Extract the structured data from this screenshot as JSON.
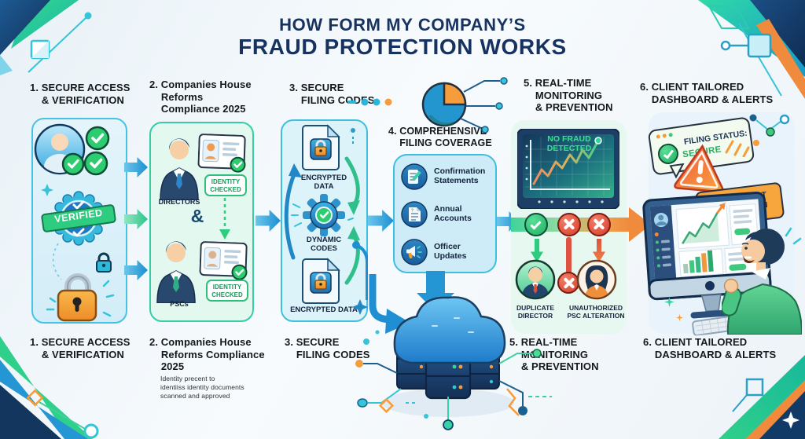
{
  "title": {
    "line1": "HOW FORM MY COMPANY’S",
    "line2": "FRAUD PROTECTION WORKS"
  },
  "top": {
    "s1": "1. SECURE ACCESS\n    & VERIFICATION",
    "s2": "2. Companies House\n    Reforms\n    Compliance 2025",
    "s3": "3. SECURE\n    FILING CODES",
    "s4": "4. COMPREHENSIVE\n    FILING COVERAGE",
    "s5": "5. REAL-TIME\n    MONITORING\n    & PREVENTION",
    "s6": "6. CLIENT TAILORED\n    DASHBOARD & ALERTS"
  },
  "bottom": {
    "s1": "1. SECURE ACCESS\n    & VERIFICATION",
    "s2": "2. Companies House\n    Reforms Compliance\n    2025",
    "s2_sub": "Identity precent to\nidentiiss identity documents\nscanned and approved",
    "s3": "3. SECURE\n    FILING CODES",
    "s5": "5. REAL-TIME\n    MONITORING\n    & PREVENTION",
    "s6": "6. CLIENT TAILORED\n    DASHBOARD & ALERTS"
  },
  "step1": {
    "verified": "VERIFIED"
  },
  "step2": {
    "directors": "DIRECTORS",
    "amp": "&",
    "pscs": "PSCs",
    "id1": "IDENTITY\nCHECKED",
    "id2": "IDENTITY\nCHECKED"
  },
  "step3": {
    "enc1": "ENCRYPTED\nDATA",
    "dynamic": "DYNAMIC\nCODES",
    "enc2": "ENCRYPTED DATA"
  },
  "step4": {
    "items": [
      {
        "label": "Confirmation\nStatements"
      },
      {
        "label": "Annual\nAccounts"
      },
      {
        "label": "Officer\nUpdates"
      }
    ]
  },
  "step5": {
    "monitor": "NO FRAUD\nDETECTED",
    "dup": "DUPLICATE\nDIRECTOR",
    "unauth": "UNAUTHORIZED\nPSC ALTERATION"
  },
  "step6": {
    "filing_status": "FILING STATUS:",
    "secure": "SECURE",
    "fraud_alert": "FRAUD ALERT\nNOTIFICATION"
  },
  "colors": {
    "title_navy": "#17325e",
    "accent_blue": "#1e9cd7",
    "accent_teal": "#35c4d8",
    "accent_green": "#2ecc8e",
    "accent_orange": "#f59c3c",
    "alert_red": "#e74c3c"
  }
}
